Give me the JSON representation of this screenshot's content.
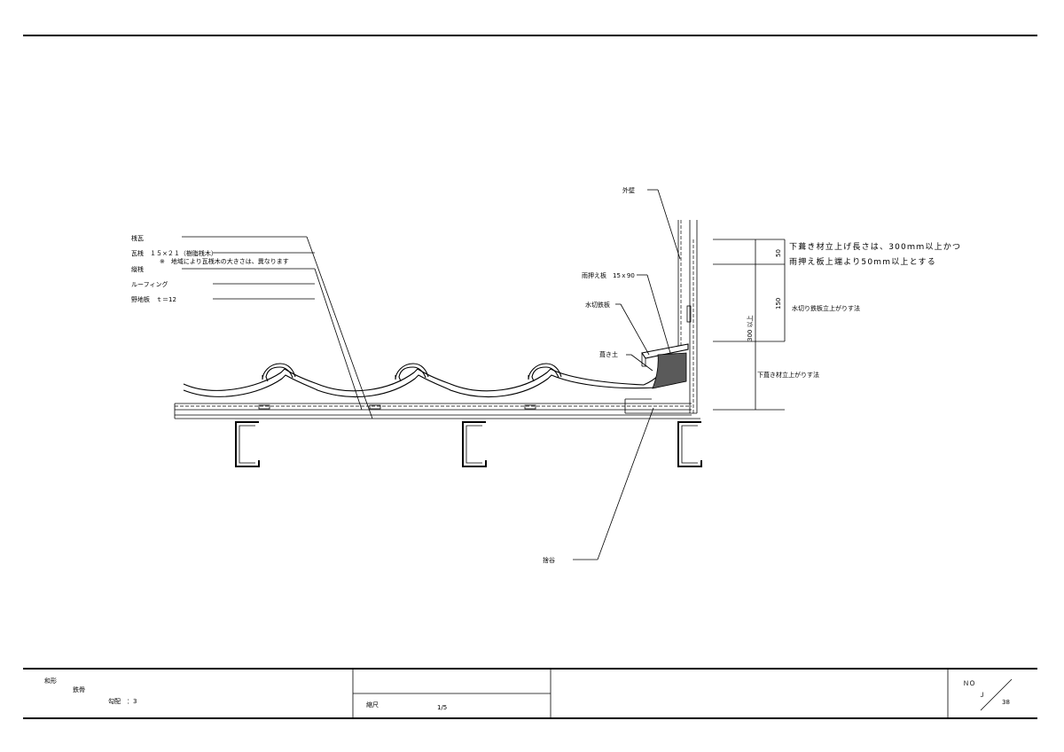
{
  "labels": {
    "eaves_tile": "桟瓦",
    "batten": "瓦桟　１５×２１（樹脂桟木）",
    "batten_note": "※　地域により瓦桟木の大きさは、異なります",
    "counter_batten": "縦桟",
    "roofing": "ルーフィング",
    "sheathing": "野地板　ｔ＝12",
    "outer_wall": "外壁",
    "rain_cover": "雨押え板　15ｘ90",
    "flashing": "水切鉄板",
    "mortar": "葺き土",
    "gutter": "捨谷"
  },
  "notes": {
    "requirement_line1": "下葺き材立上げ長さは、300ｍｍ以上かつ",
    "requirement_line2": "雨押え板上端より50mm以上とする",
    "flashing_rise": "水切り鉄板立上がりす法",
    "underlay_rise": "下葺き材立上がりす法"
  },
  "dimensions": {
    "d50": "50",
    "d150": "150",
    "d300": "300 以上"
  },
  "title_block": {
    "type": "和形",
    "structure": "鉄骨",
    "slope_label": "勾配",
    "slope_value": "：3",
    "scale_label": "縮尺",
    "scale_value": "1/5",
    "no_label": "ＮＯ",
    "series": "Ｊ",
    "number": "38"
  }
}
